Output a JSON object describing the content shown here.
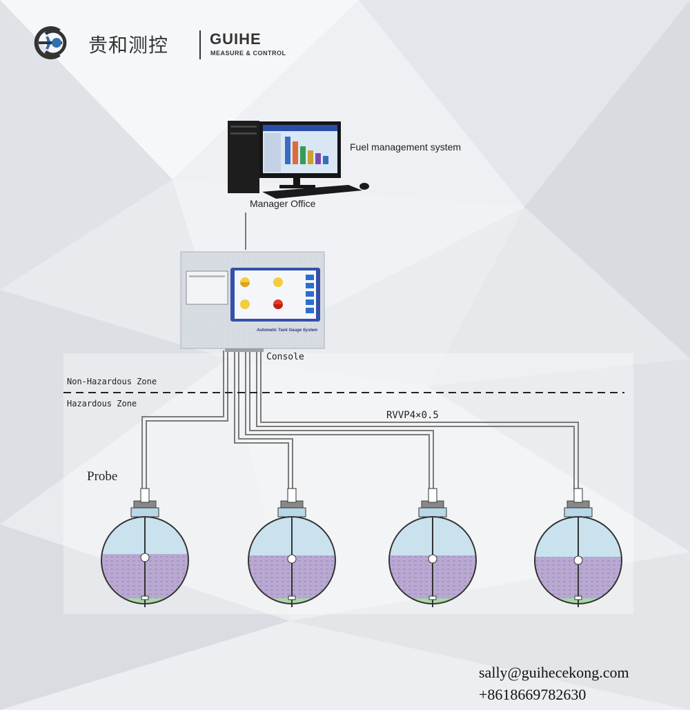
{
  "brand": {
    "chinese_name": "贵和测控",
    "english_name": "GUIHE",
    "english_sub": "MEASURE & CONTROL"
  },
  "computer": {
    "system_label": "Fuel  management system",
    "office_label": "Manager Office"
  },
  "console": {
    "panel_caption": "Automatic Tank Gauge System",
    "label": "Console"
  },
  "zones": {
    "non_hazardous": "Non-Hazardous Zone",
    "hazardous": "Hazardous Zone"
  },
  "cable": {
    "label": "RVVP4×0.5"
  },
  "probe": {
    "label": "Probe"
  },
  "contact": {
    "email": "sally@guihecekong.com",
    "phone": "+8618669782630"
  },
  "colors": {
    "vapor": "#c9e2ee",
    "fuel": "#b9a9d2",
    "water": "#a9d5a9",
    "tank_outline": "#333333",
    "brand_blue": "#2f6fb0",
    "screen_blue": "#2a4fa8"
  }
}
